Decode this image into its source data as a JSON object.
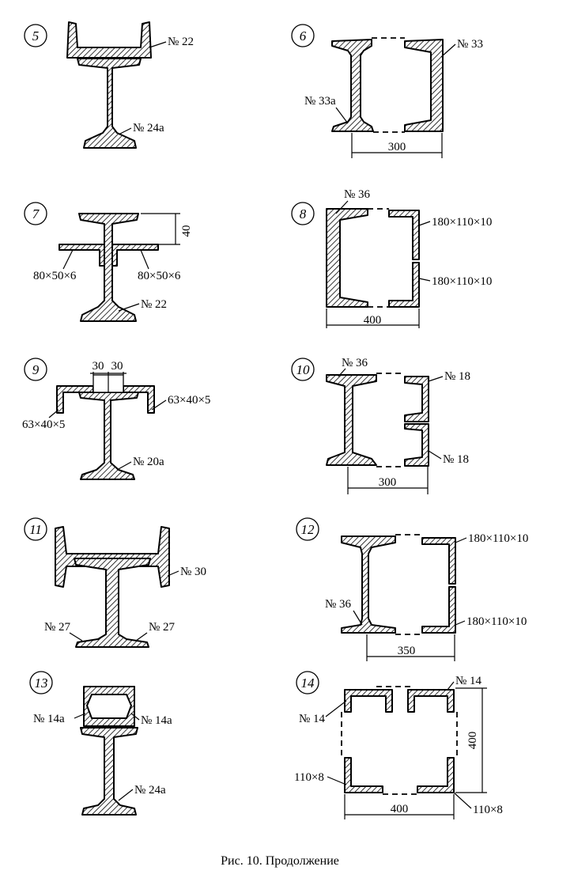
{
  "figure": {
    "caption": "Рис. 10. Продолжение",
    "panels": [
      {
        "id": "5",
        "number": "5",
        "labels": [
          "№ 22",
          "№ 24а"
        ]
      },
      {
        "id": "6",
        "number": "6",
        "labels": [
          "№ 33",
          "№ 33а"
        ],
        "dims": [
          "300"
        ]
      },
      {
        "id": "7",
        "number": "7",
        "labels": [
          "80×50×6",
          "80×50×6",
          "№ 22"
        ],
        "dims": [
          "40"
        ]
      },
      {
        "id": "8",
        "number": "8",
        "labels": [
          "№ 36",
          "180×110×10",
          "180×110×10"
        ],
        "dims": [
          "400"
        ]
      },
      {
        "id": "9",
        "number": "9",
        "labels": [
          "63×40×5",
          "63×40×5",
          "№ 20а"
        ],
        "dims": [
          "30",
          "30"
        ]
      },
      {
        "id": "10",
        "number": "10",
        "labels": [
          "№ 36",
          "№ 18",
          "№ 18"
        ],
        "dims": [
          "300"
        ]
      },
      {
        "id": "11",
        "number": "11",
        "labels": [
          "№ 30",
          "№ 27",
          "№ 27"
        ]
      },
      {
        "id": "12",
        "number": "12",
        "labels": [
          "180×110×10",
          "№ 36",
          "180×110×10"
        ],
        "dims": [
          "350"
        ]
      },
      {
        "id": "13",
        "number": "13",
        "labels": [
          "№ 14а",
          "№ 14а",
          "№ 24а"
        ]
      },
      {
        "id": "14",
        "number": "14",
        "labels": [
          "№ 14",
          "№ 14",
          "110×8",
          "110×8"
        ],
        "dims": [
          "400",
          "400"
        ]
      }
    ]
  }
}
